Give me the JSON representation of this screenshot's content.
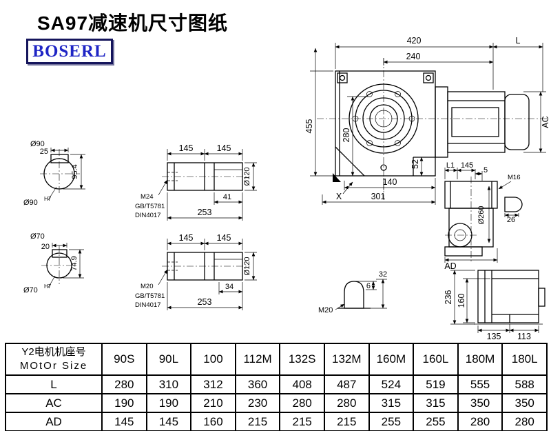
{
  "page": {
    "title": "SA97减速机尺寸图纸",
    "brand": "BOSERL"
  },
  "main_view": {
    "d420": "420",
    "d240": "240",
    "dL": "L",
    "d455": "455",
    "d280": "280",
    "d52": "52",
    "dAC": "AC",
    "d140": "140",
    "d301": "301",
    "xlabel": "X"
  },
  "shaft_end_90": {
    "dia": "Ø90",
    "d25": "25",
    "d95": "95.4",
    "fit_dia": "Ø90",
    "fit_tol": "H7"
  },
  "shaft_end_70": {
    "dia": "Ø70",
    "d20": "20",
    "d74": "74.9",
    "fit_dia": "Ø70",
    "fit_tol": "H7"
  },
  "shaft_1": {
    "d145a": "145",
    "d145b": "145",
    "dia": "Ø120",
    "thread": "M24",
    "std1": "GB/T5781",
    "std2": "DIN4017",
    "d41": "41",
    "d253": "253"
  },
  "shaft_2": {
    "d145a": "145",
    "d145b": "145",
    "dia": "Ø120",
    "thread": "M20",
    "std1": "GB/T5781",
    "std2": "DIN4017",
    "d34": "34",
    "d253": "253"
  },
  "side_view": {
    "dL1": "L1",
    "d145": "145",
    "d5": "5",
    "m16": "M16",
    "dia260": "Ø260",
    "d26": "26",
    "dAD": "AD"
  },
  "plug_view": {
    "m20": "M20",
    "d6": "6",
    "d32": "32"
  },
  "mount_view": {
    "d236": "236",
    "d160": "160",
    "d135": "135",
    "d113": "113"
  },
  "table": {
    "header_line1": "Y2电机机座号",
    "header_line2": "MOtOr Size",
    "columns": [
      "90S",
      "90L",
      "100",
      "112M",
      "132S",
      "132M",
      "160M",
      "160L",
      "180M",
      "180L"
    ],
    "rows": [
      {
        "label": "L",
        "values": [
          "280",
          "310",
          "312",
          "360",
          "408",
          "487",
          "524",
          "519",
          "555",
          "588"
        ]
      },
      {
        "label": "AC",
        "values": [
          "190",
          "190",
          "210",
          "230",
          "280",
          "280",
          "315",
          "315",
          "350",
          "350"
        ]
      },
      {
        "label": "AD",
        "values": [
          "145",
          "145",
          "160",
          "215",
          "215",
          "215",
          "255",
          "255",
          "280",
          "280"
        ]
      }
    ]
  }
}
